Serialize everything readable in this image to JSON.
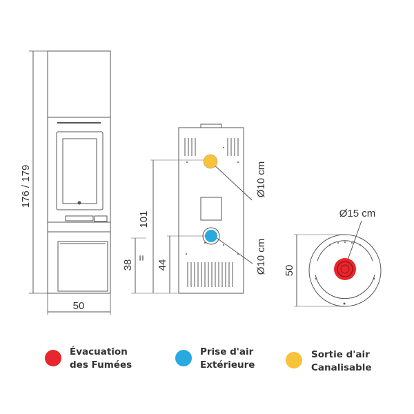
{
  "colors": {
    "smoke": "#e8262d",
    "intake": "#2aa8e0",
    "outlet": "#f8c33a",
    "line": "#555555"
  },
  "front_view": {
    "height_label": "176 / 179",
    "width_label": "50"
  },
  "back_view": {
    "height_101_label": "101",
    "height_38_label": "38",
    "height_44_label": "44",
    "equal_mark": "=",
    "outlet_diameter_label": "Ø10 cm",
    "intake_diameter_label": "Ø10 cm"
  },
  "top_view": {
    "flue_diameter_label": "Ø15 cm",
    "depth_label": "50"
  },
  "legend": [
    {
      "icon": "red-dot",
      "line1": "Évacuation",
      "line2": "des Fumées"
    },
    {
      "icon": "blue-dot",
      "line1": "Prise d'air",
      "line2": "Extérieure"
    },
    {
      "icon": "yellow-dot",
      "line1": "Sortie d'air",
      "line2": "Canalisable"
    }
  ]
}
